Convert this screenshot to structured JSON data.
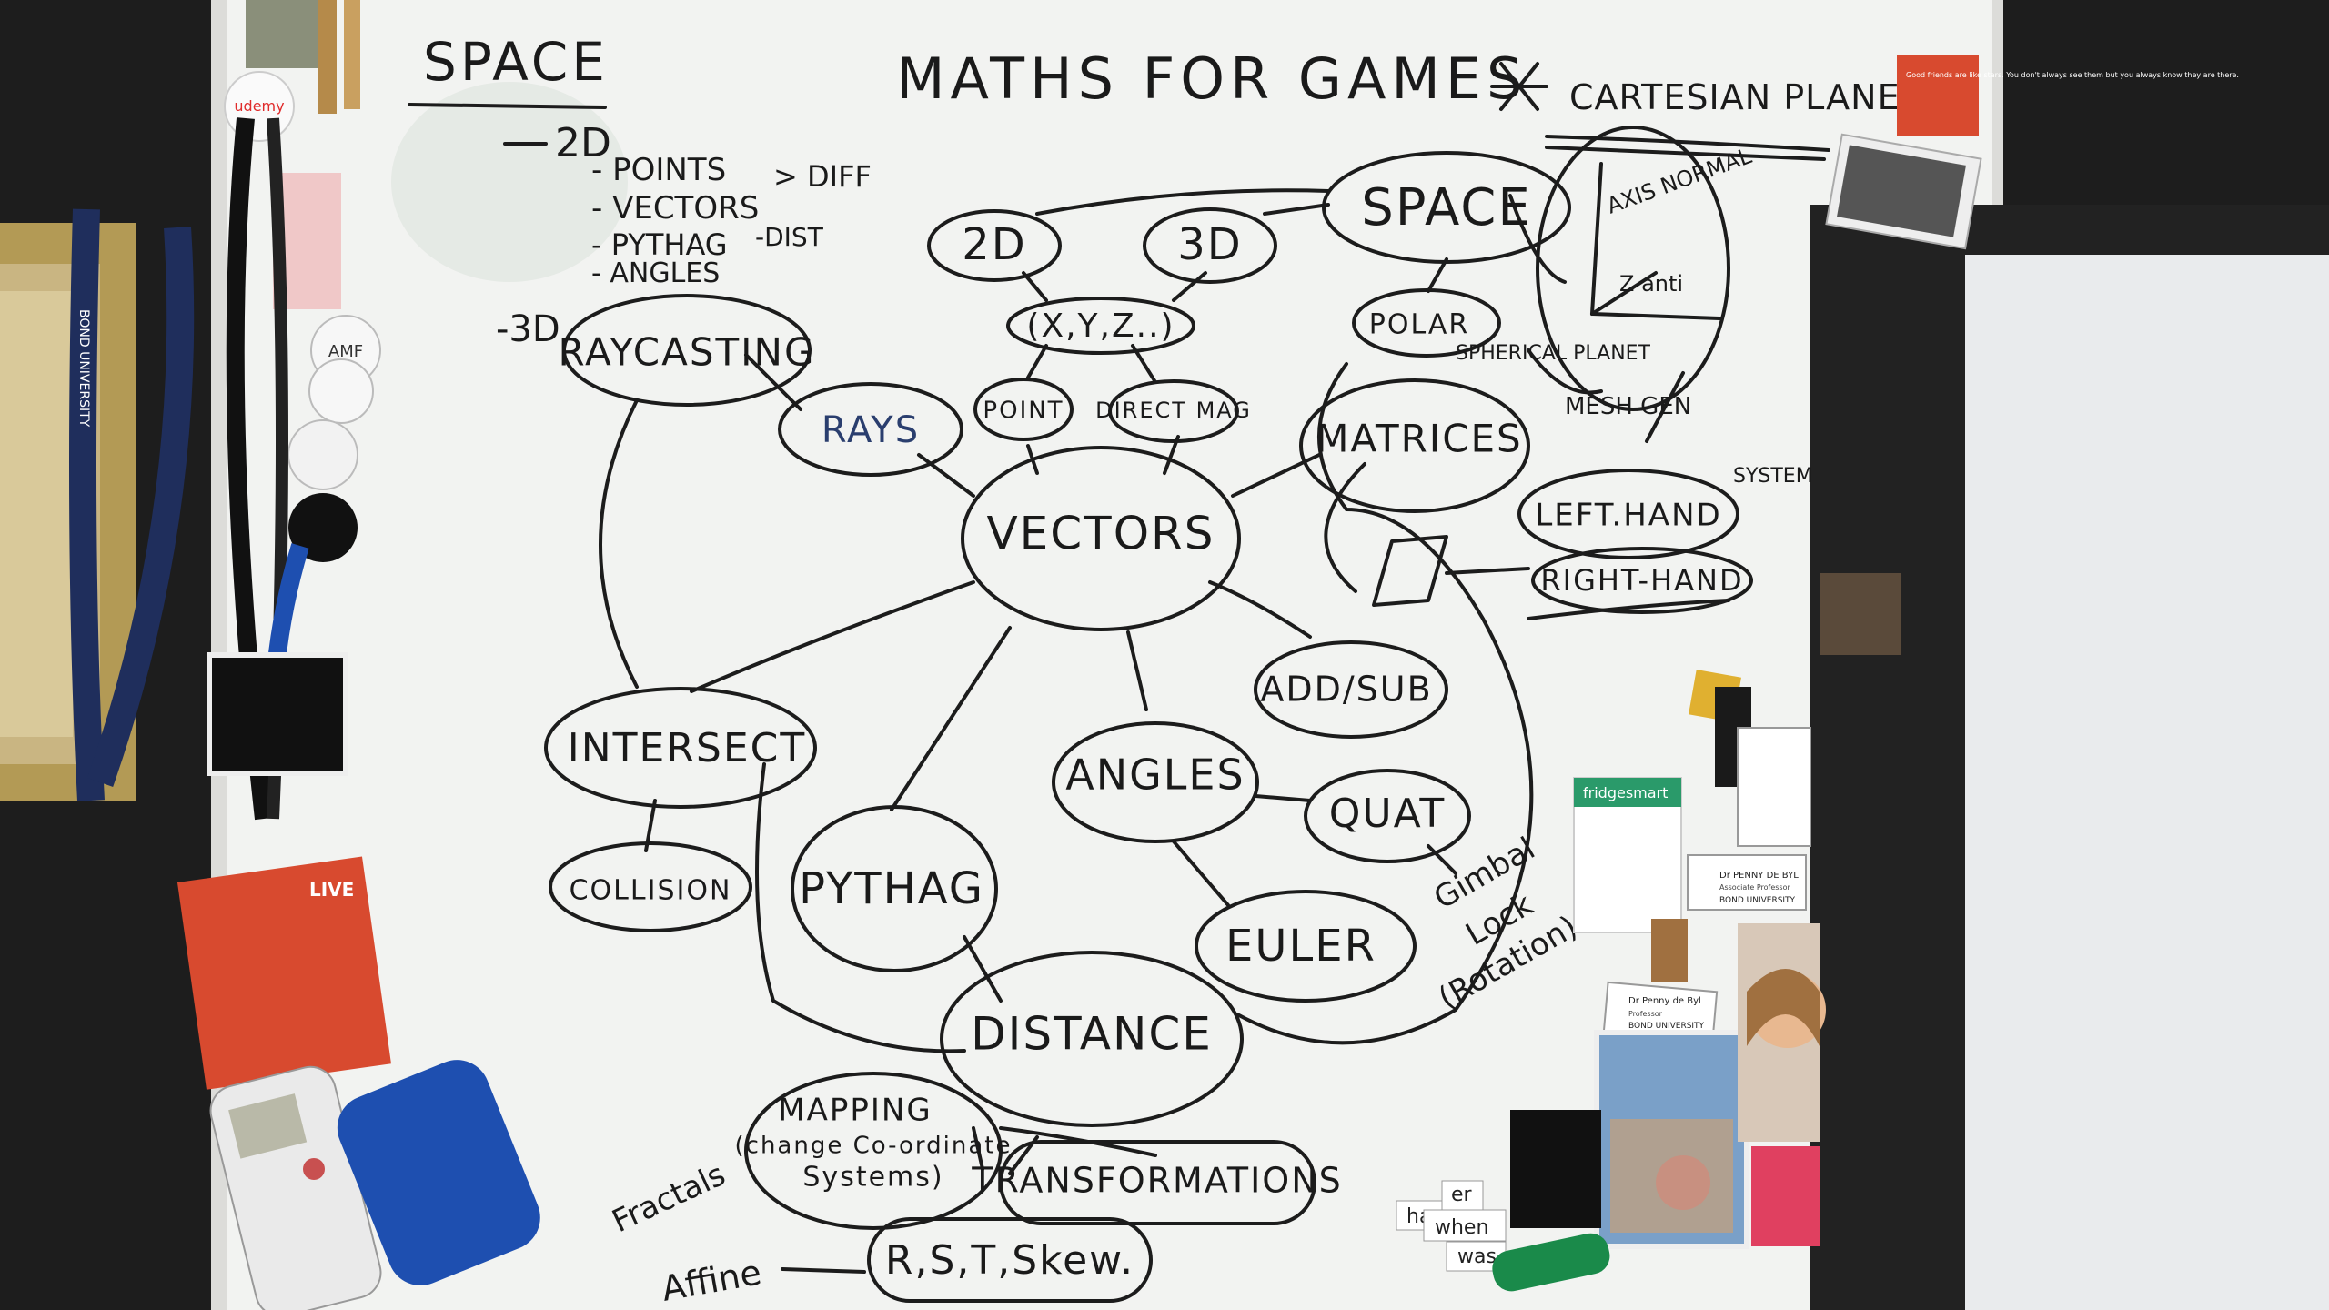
{
  "board": {
    "title": "MATHS FOR GAMES",
    "cartesian": "CARTESIAN PLANE"
  },
  "notes": {
    "space_heading": "SPACE",
    "n2d": "2D",
    "points": "- POINTS",
    "diff": "> DIFF",
    "vectors": "- VECTORS",
    "pythag": "- PYTHAG",
    "dist": "-DIST",
    "angles": "- ANGLES",
    "n3d": "-3D"
  },
  "nodes": {
    "space": "SPACE",
    "n2d": "2D",
    "n3d": "3D",
    "xyz": "(X,Y,Z..)",
    "point": "POINT",
    "direct_mag": "DIRECT MAG",
    "raycasting": "RAYCASTING",
    "rays": "RAYS",
    "vectors": "VECTORS",
    "matrices": "MATRICES",
    "polar": "POLAR",
    "spherical": "SPHERICAL PLANET",
    "mesh_gen": "MESH GEN",
    "axis_normal": "AXIS NORMAL",
    "z_anti": "Z anti",
    "left_hand": "LEFT.HAND",
    "system": "SYSTEM",
    "right_hand": "RIGHT-HAND",
    "add_sub": "ADD/SUB",
    "intersect": "INTERSECT",
    "collision": "COLLISION",
    "angles": "ANGLES",
    "quat": "QUAT",
    "pythag": "PYTHAG",
    "euler": "EULER",
    "gimbal": "Gimbal",
    "lock": "Lock",
    "rotation": "(Rotation)",
    "distance": "DISTANCE",
    "mapping": "MAPPING",
    "change_coord": "(change Co-ordinate",
    "systems": "Systems)",
    "transformations": "TRANSFORMATIONS",
    "fractals": "Fractals",
    "affine": "Affine",
    "rstskew": "R,S,T,Skew."
  },
  "magnets": {
    "udemy": "udemy",
    "amf": "AMF",
    "live": "LIVE",
    "fridgesmart": "fridgesmart",
    "penny_title": "Dr PENNY DE BYL",
    "penny_role": "Associate Professor",
    "penny_uni": "BOND UNIVERSITY",
    "penny2_name": "Dr Penny de Byl",
    "penny2_role": "Professor",
    "penny2_uni": "BOND UNIVERSITY",
    "word_has": "has",
    "word_er": "er",
    "word_when": "when",
    "word_was": "was",
    "fridge_note": "Good friends are like stars. You don't always see them but you always know they are there.",
    "lanyard": "BOND UNIVERSITY"
  },
  "colors": {
    "board": "#f2f3f1",
    "ink": "#1c1c1c",
    "lanyard": "#1f2e5c",
    "eraser": "#1e4fb0",
    "badge": "#d84a2f"
  }
}
